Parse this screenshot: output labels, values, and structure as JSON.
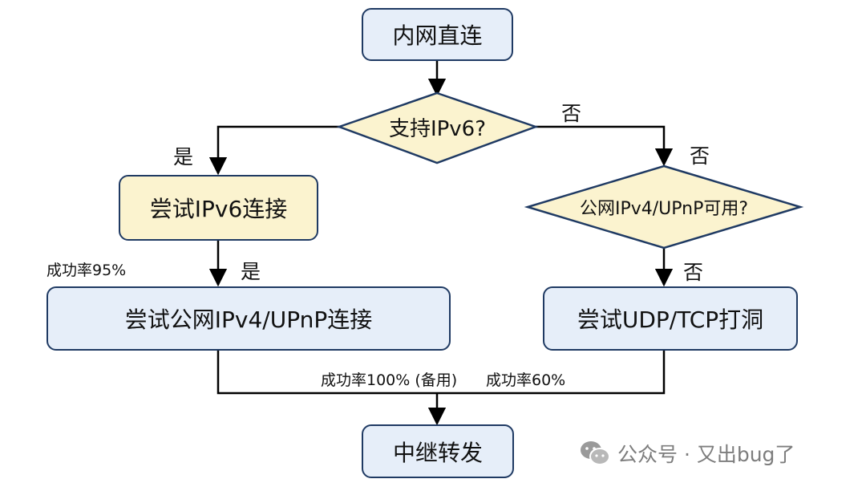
{
  "nodes": {
    "start": "内网直连",
    "q_ipv6": "支持IPv6?",
    "try_ipv6": "尝试IPv6连接",
    "q_public_ipv4": "公网IPv4/UPnP可用?",
    "try_public_ipv4": "尝试公网IPv4/UPnP连接",
    "try_holepunch": "尝试UDP/TCP打洞",
    "relay": "中继转发"
  },
  "edge_labels": {
    "ipv6_yes": "是",
    "ipv6_no": "否",
    "ipv6_no_branch": "否",
    "try_ipv6_yes": "是",
    "public_no": "否",
    "rate_ipv6": "成功率95%",
    "rate_relay": "成功率100% (备用)",
    "rate_holepunch": "成功率60%"
  },
  "watermark": {
    "icon": "wechat-icon",
    "text": "公众号 · 又出bug了"
  },
  "colors": {
    "border": "#1f3a63",
    "blue_fill": "#e6eef9",
    "yellow_fill": "#fbf3cf",
    "line": "#000000"
  }
}
